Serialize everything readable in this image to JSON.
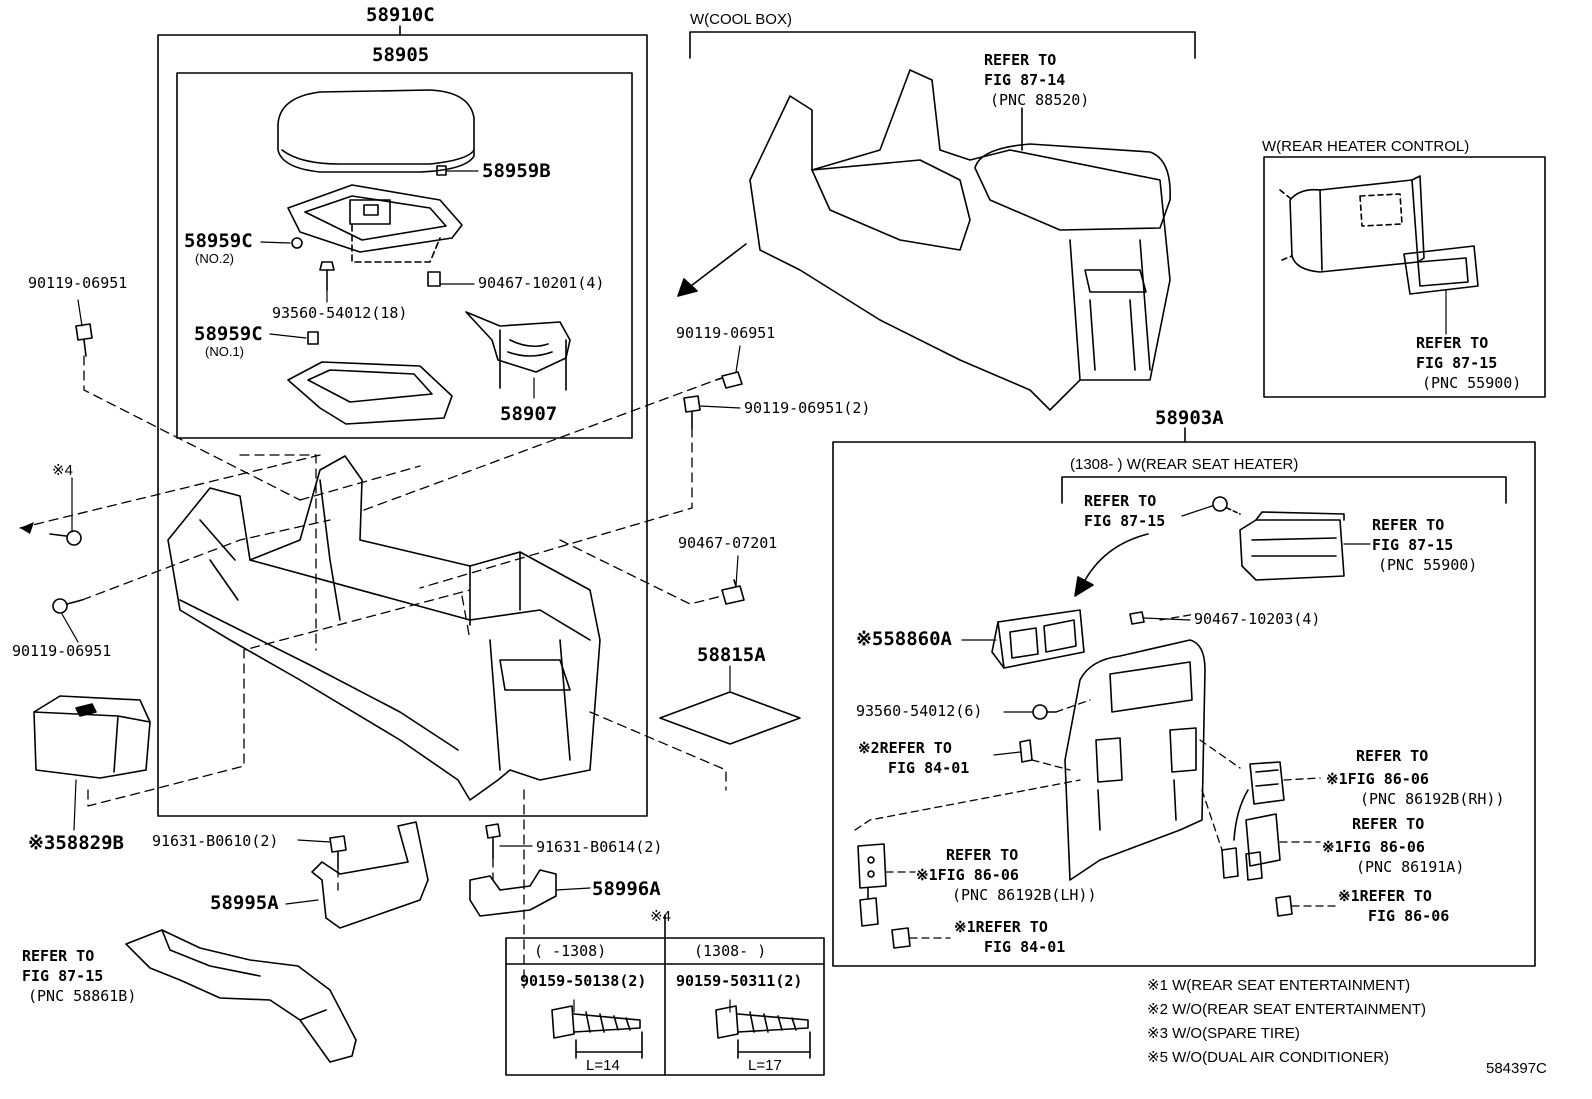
{
  "groups": {
    "top_assembly": "58910C",
    "lid_assembly": "58905",
    "box_assembly": "58903A",
    "cool_box": "W(COOL BOX)",
    "rear_heater_control": "W(REAR HEATER CONTROL)",
    "rear_seat_heater": "(1308-      ) W(REAR SEAT HEATER)"
  },
  "parts": {
    "p58959B": "58959B",
    "p58959C_a": "58959C",
    "no2": "(NO.2)",
    "p58959C_b": "58959C",
    "no1": "(NO.1)",
    "p93560_18": "93560-54012(18)",
    "p90467_10201": "90467-10201(4)",
    "p58907": "58907",
    "p90119_a": "90119-06951",
    "p90119_b": "90119-06951",
    "p90119_c": "90119-06951",
    "p90119_d2": "90119-06951(2)",
    "note4_left": "※4",
    "p90467_07201": "90467-07201",
    "p58815A": "58815A",
    "p58829B": "※358829B",
    "p91631_0610": "91631-B0610(2)",
    "p91631_0614": "91631-B0614(2)",
    "p58995A": "58995A",
    "p58996A": "58996A",
    "p58860A": "※558860A",
    "p93560_6": "93560-54012(6)",
    "p90467_10203": "90467-10203(4)",
    "note4_table": "※4",
    "doc_id": "584397C"
  },
  "refs": {
    "r88520": [
      "REFER TO",
      "FIG 87-14",
      "(PNC 88520)"
    ],
    "r55900_heater": [
      "REFER TO",
      "FIG 87-15",
      "(PNC 55900)"
    ],
    "r_seat_left": [
      "REFER TO",
      "FIG 87-15"
    ],
    "r_seat_right": [
      "REFER TO",
      "FIG 87-15",
      "(PNC 55900)"
    ],
    "r84_01_a": [
      "※2REFER TO",
      "FIG 84-01"
    ],
    "r86192B_RH": [
      "※1FIG 86-06",
      "(PNC 86192B(RH))"
    ],
    "r86192B_RH_head": "REFER TO",
    "r86191A": [
      "※1FIG 86-06",
      "(PNC 86191A)"
    ],
    "r86191A_head": "REFER TO",
    "r86192B_LH": [
      "REFER TO",
      "※1FIG 86-06",
      "(PNC 86192B(LH))"
    ],
    "r86_06_b": [
      "※1REFER TO",
      "FIG 86-06"
    ],
    "r84_01_b": [
      "※1REFER TO",
      "FIG 84-01"
    ],
    "r58861B": [
      "REFER TO",
      "FIG 87-15",
      "(PNC 58861B)"
    ]
  },
  "table": {
    "col1_range": "(    -1308)",
    "col2_range": "(1308-    )",
    "col1_part": "90159-50138(2)",
    "col2_part": "90159-50311(2)",
    "col1_len": "L=14",
    "col2_len": "L=17"
  },
  "notes": [
    "※1  W(REAR SEAT ENTERTAINMENT)",
    "※2  W/O(REAR SEAT ENTERTAINMENT)",
    "※3  W/O(SPARE TIRE)",
    "※5  W/O(DUAL AIR CONDITIONER)"
  ]
}
